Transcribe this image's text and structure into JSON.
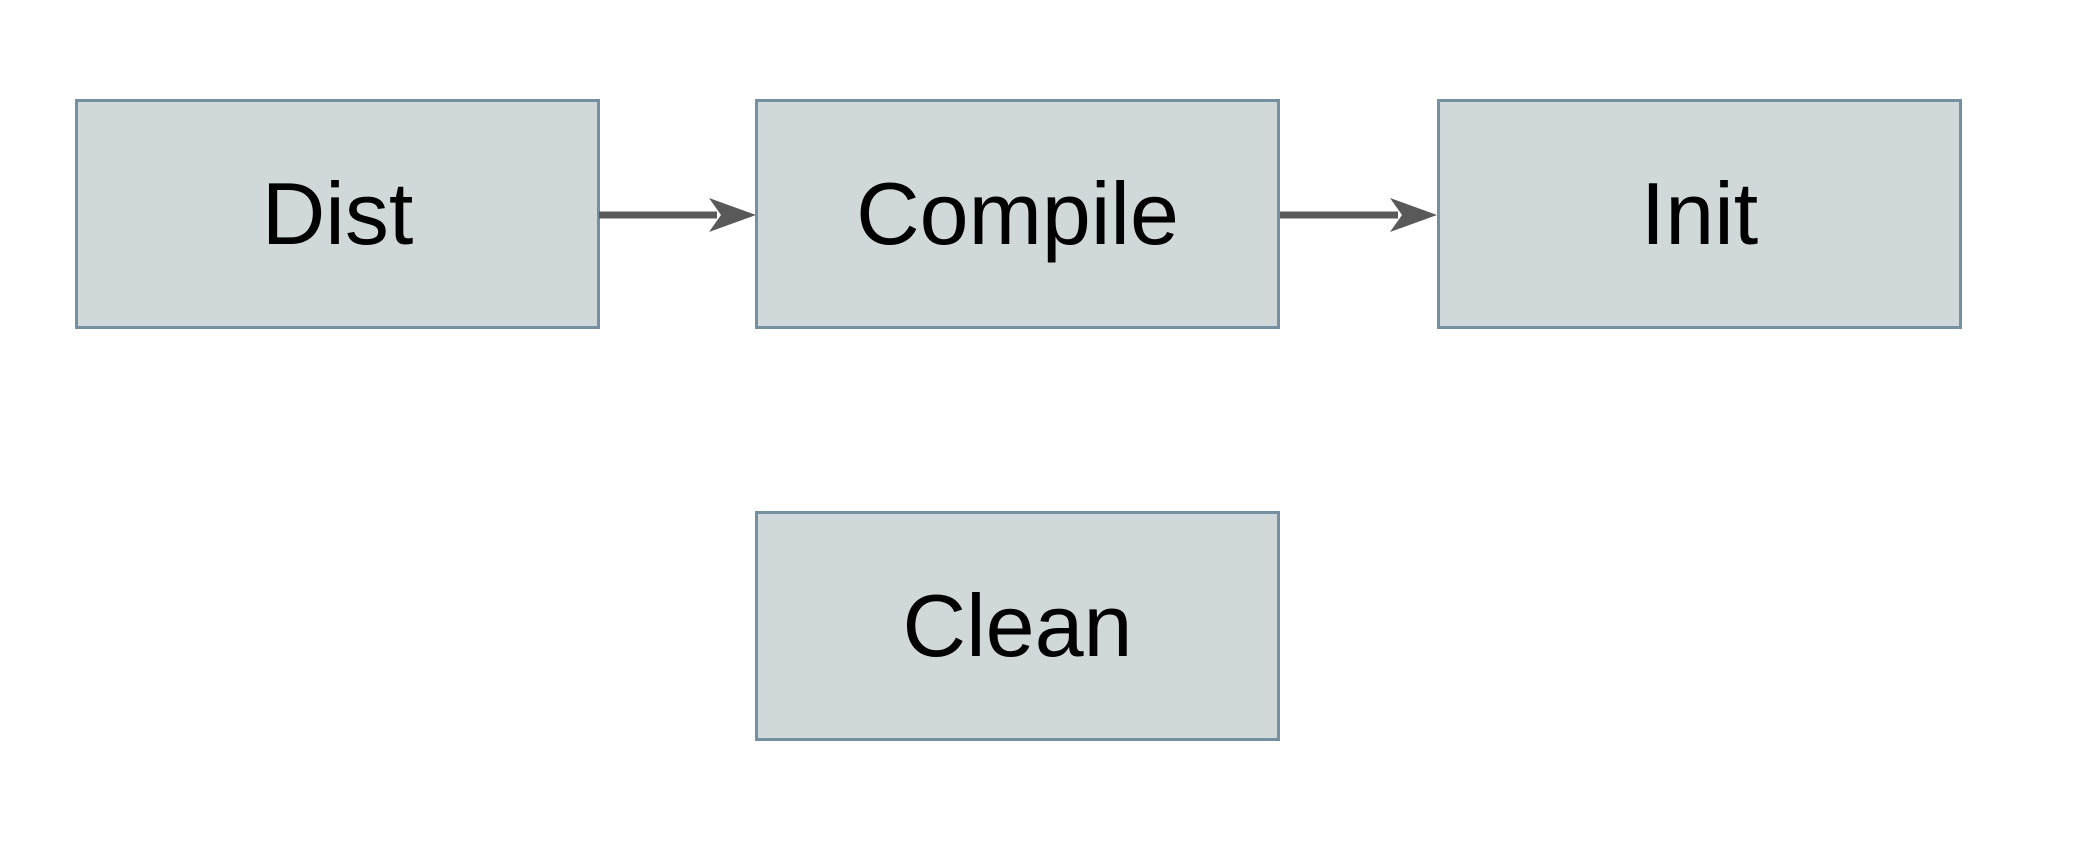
{
  "diagram": {
    "type": "flowchart",
    "nodes": [
      {
        "id": "dist",
        "label": "Dist"
      },
      {
        "id": "compile",
        "label": "Compile"
      },
      {
        "id": "init",
        "label": "Init"
      },
      {
        "id": "clean",
        "label": "Clean"
      }
    ],
    "edges": [
      {
        "from": "Dist",
        "to": "Compile",
        "style": "solid-arrow"
      },
      {
        "from": "Compile",
        "to": "Init",
        "style": "solid-arrow"
      }
    ]
  },
  "colors": {
    "canvas_bg": "#ffffff",
    "node_fill": "#d0d8da",
    "node_border": "#7590a0",
    "arrow": "#595959",
    "label": "#000000"
  }
}
